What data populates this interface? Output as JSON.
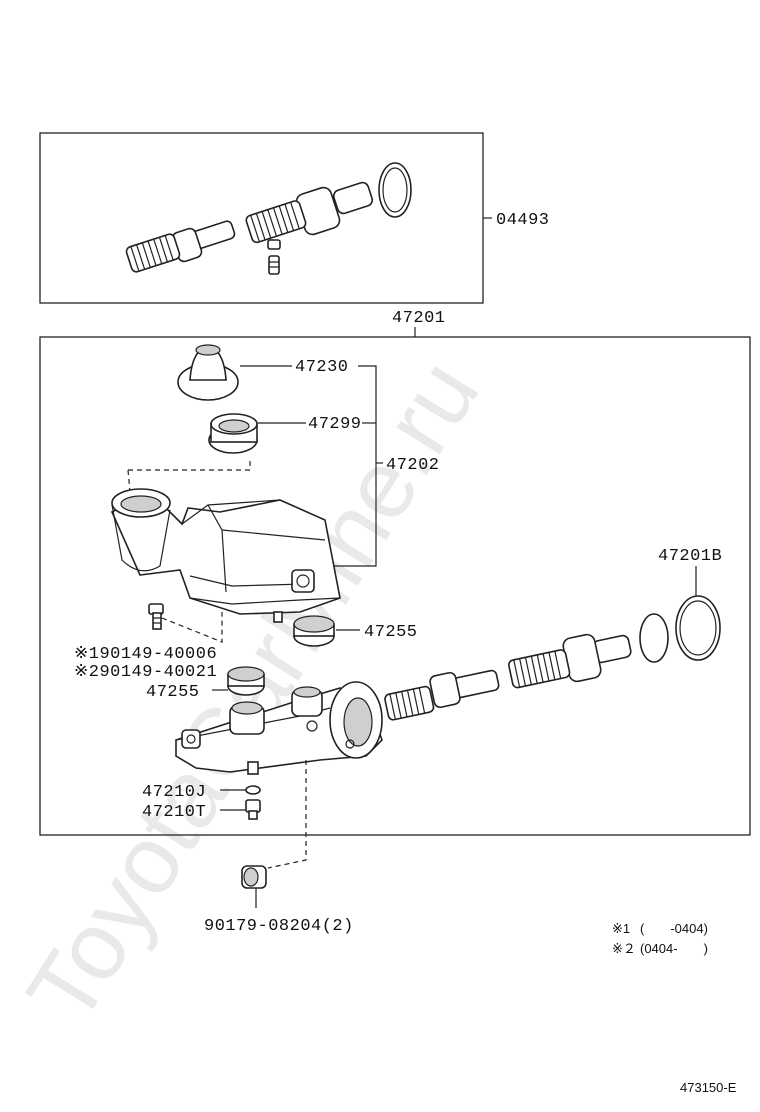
{
  "watermark": "ToyotaCarMine.ru",
  "parts": {
    "kit": "04493",
    "assembly": "47201",
    "cap": "47230",
    "strainer": "47299",
    "reservoir": "47202",
    "ring": "47201B",
    "grommet_right": "47255",
    "grommet_left": "47255",
    "bolt_1": "※190149-40006",
    "bolt_2": "※290149-40021",
    "gasket": "47210J",
    "plug": "47210T",
    "nut": "90179-08204(2)"
  },
  "legend": {
    "note_1_mark": "※1",
    "note_1_range": "(　　-0404)",
    "note_2_mark": "※２",
    "note_2_range": "(0404-　　)"
  },
  "figure_code": "473150-E"
}
